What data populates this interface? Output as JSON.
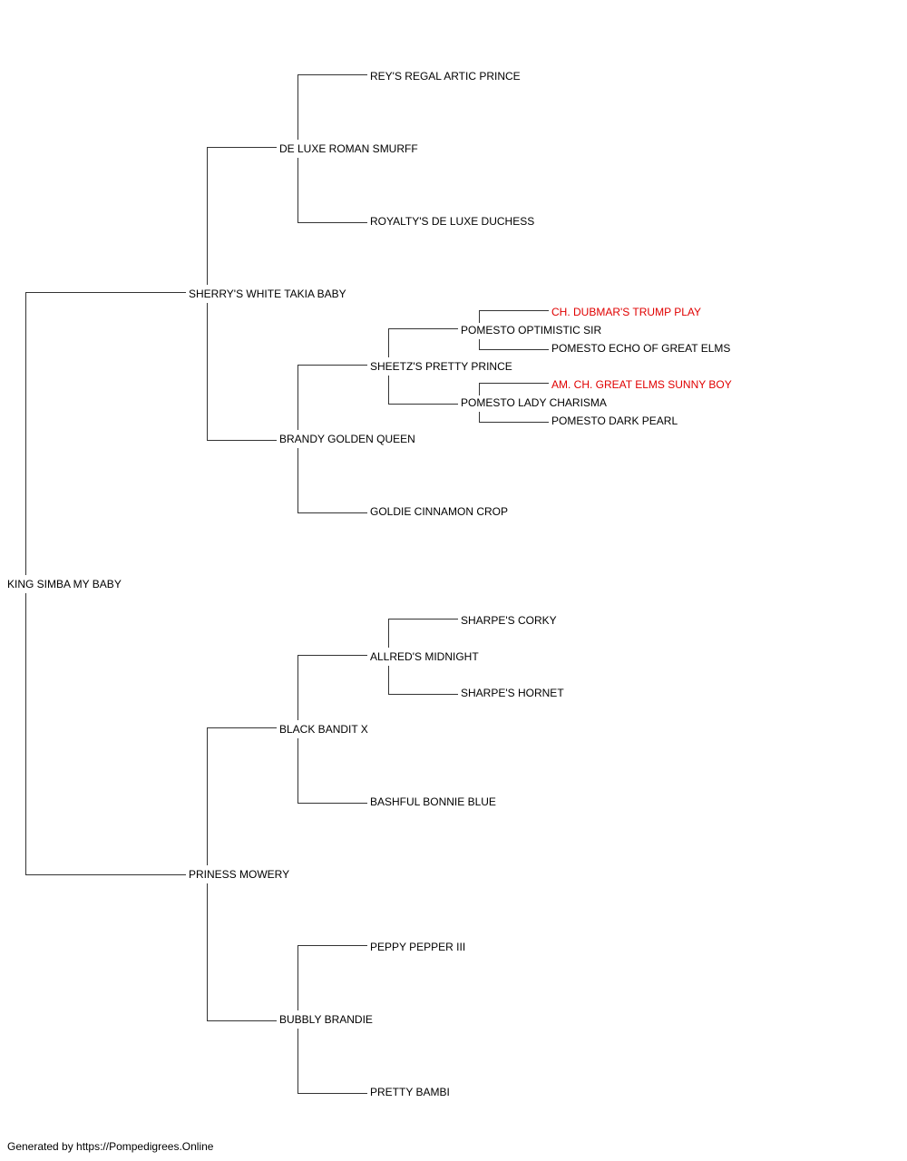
{
  "pedigree": {
    "subject": "KING SIMBA MY BABY",
    "sire": "SHERRY'S WHITE TAKIA BABY",
    "dam": "PRINESS MOWERY",
    "sire_sire": "DE LUXE ROMAN SMURFF",
    "sire_dam": "BRANDY GOLDEN QUEEN",
    "dam_sire": "BLACK BANDIT X",
    "dam_dam": "BUBBLY BRANDIE",
    "sire_sire_sire": "REY'S REGAL ARTIC PRINCE",
    "sire_sire_dam": "ROYALTY'S DE LUXE DUCHESS",
    "sire_dam_sire": "SHEETZ'S PRETTY PRINCE",
    "sire_dam_dam": "GOLDIE CINNAMON CROP",
    "dam_sire_sire": "ALLRED'S MIDNIGHT",
    "dam_sire_dam": "BASHFUL BONNIE BLUE",
    "dam_dam_sire": "PEPPY PEPPER III",
    "dam_dam_dam": "PRETTY BAMBI",
    "sheetz_sire": "POMESTO OPTIMISTIC SIR",
    "sheetz_dam": "POMESTO LADY CHARISMA",
    "allred_sire": "SHARPE'S CORKY",
    "allred_dam": "SHARPE'S HORNET",
    "optimistic_sire": "CH. DUBMAR'S TRUMP PLAY",
    "optimistic_dam": "POMESTO ECHO OF GREAT ELMS",
    "charisma_sire": "AM. CH. GREAT ELMS SUNNY BOY",
    "charisma_dam": "POMESTO DARK PEARL"
  },
  "footer": "Generated by https://Pompedigrees.Online",
  "colors": {
    "line": "#333333",
    "text": "#000000",
    "champion": "#e00000"
  }
}
